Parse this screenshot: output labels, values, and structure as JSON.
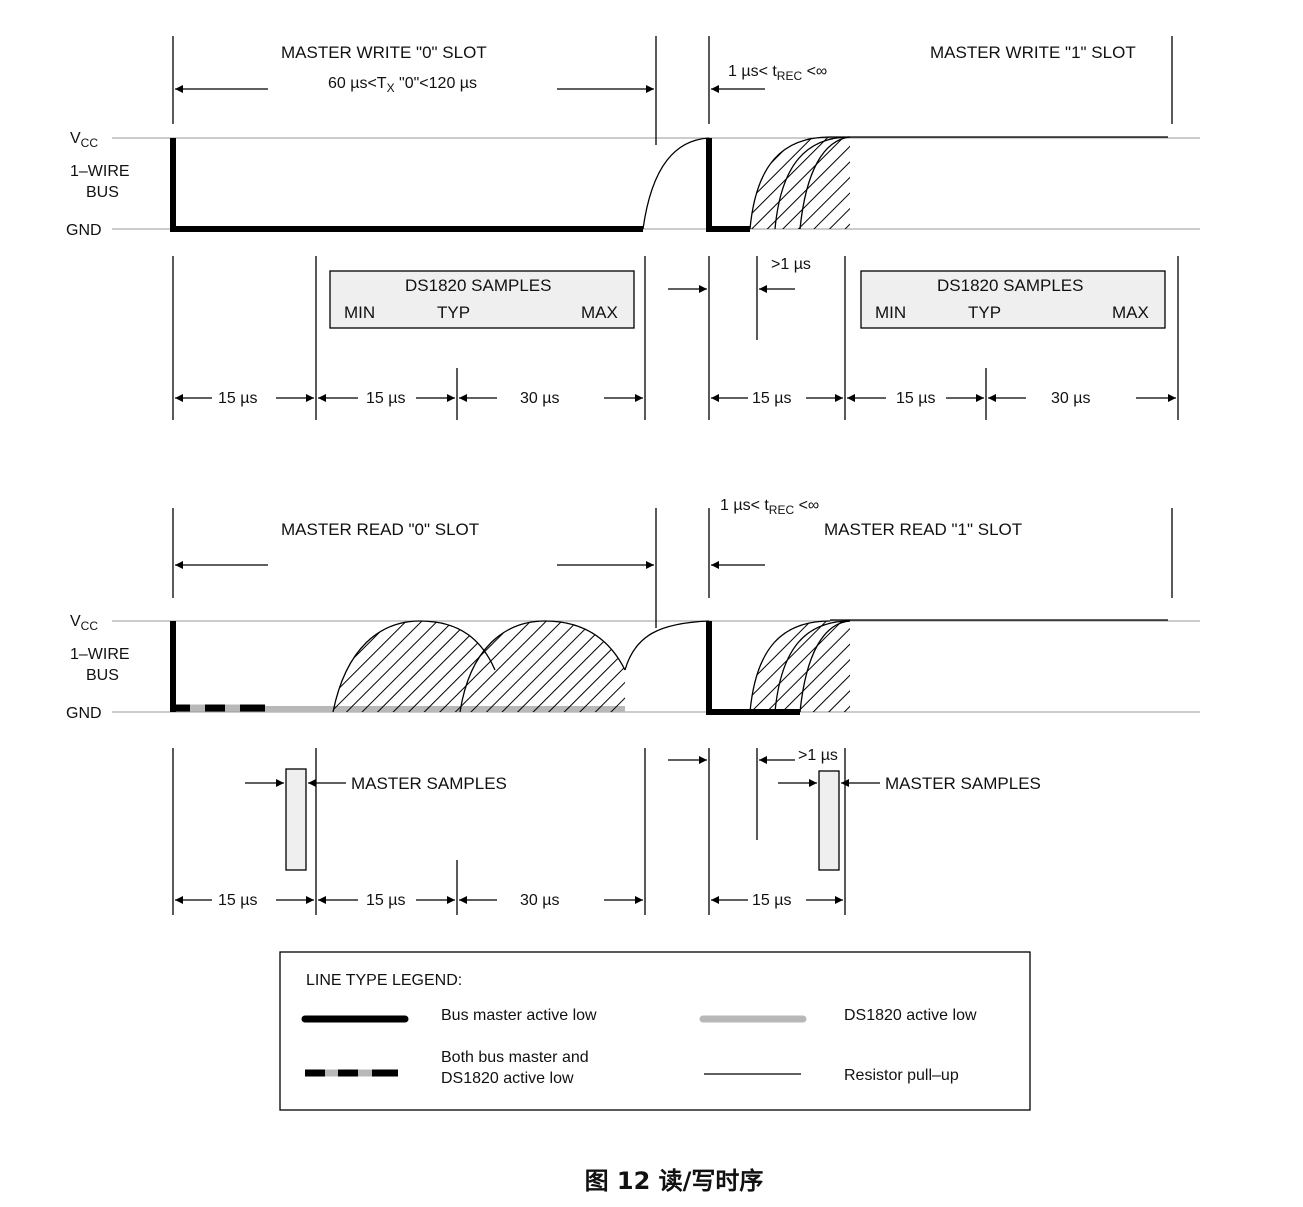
{
  "colors": {
    "ink": "#000000",
    "ds1820_gray": "#b8b8b8",
    "box_fill": "#efefef",
    "rail": "#9a9a9a"
  },
  "rails": {
    "vcc": "V",
    "vcc_sub": "CC",
    "bus_line1": "1–WIRE",
    "bus_line2": "BUS",
    "gnd": "GND"
  },
  "write0": {
    "title": "MASTER WRITE \"0\" SLOT",
    "tx_a": "60 µs<T",
    "tx_sub": "X",
    "tx_b": " \"0\"<120 µs",
    "samples": {
      "title": "DS1820 SAMPLES",
      "min": "MIN",
      "typ": "TYP",
      "max": "MAX"
    },
    "t1": "15 µs",
    "t2": "15 µs",
    "t3": "30 µs"
  },
  "write1": {
    "title": "MASTER WRITE \"1\" SLOT",
    "trec_a": "1 µs< t",
    "trec_sub": "REC",
    "trec_b": " <∞",
    "gt1": ">1 µs",
    "samples": {
      "title": "DS1820 SAMPLES",
      "min": "MIN",
      "typ": "TYP",
      "max": "MAX"
    },
    "t1": "15 µs",
    "t2": "15 µs",
    "t3": "30 µs"
  },
  "read0": {
    "title": "MASTER READ \"0\" SLOT",
    "samples": "MASTER SAMPLES",
    "t1": "15 µs",
    "t2": "15 µs",
    "t3": "30 µs"
  },
  "read1": {
    "title": "MASTER READ \"1\" SLOT",
    "trec_a": "1 µs< t",
    "trec_sub": "REC",
    "trec_b": " <∞",
    "gt1": ">1 µs",
    "samples": "MASTER SAMPLES",
    "t1": "15 µs"
  },
  "legend": {
    "title": "LINE TYPE LEGEND:",
    "bus_master": "Bus master active low",
    "ds1820": "DS1820 active low",
    "both_line1": "Both bus master and",
    "both_line2": "DS1820 active low",
    "pullup": "Resistor pull–up"
  },
  "caption": "图 12 读/写时序"
}
